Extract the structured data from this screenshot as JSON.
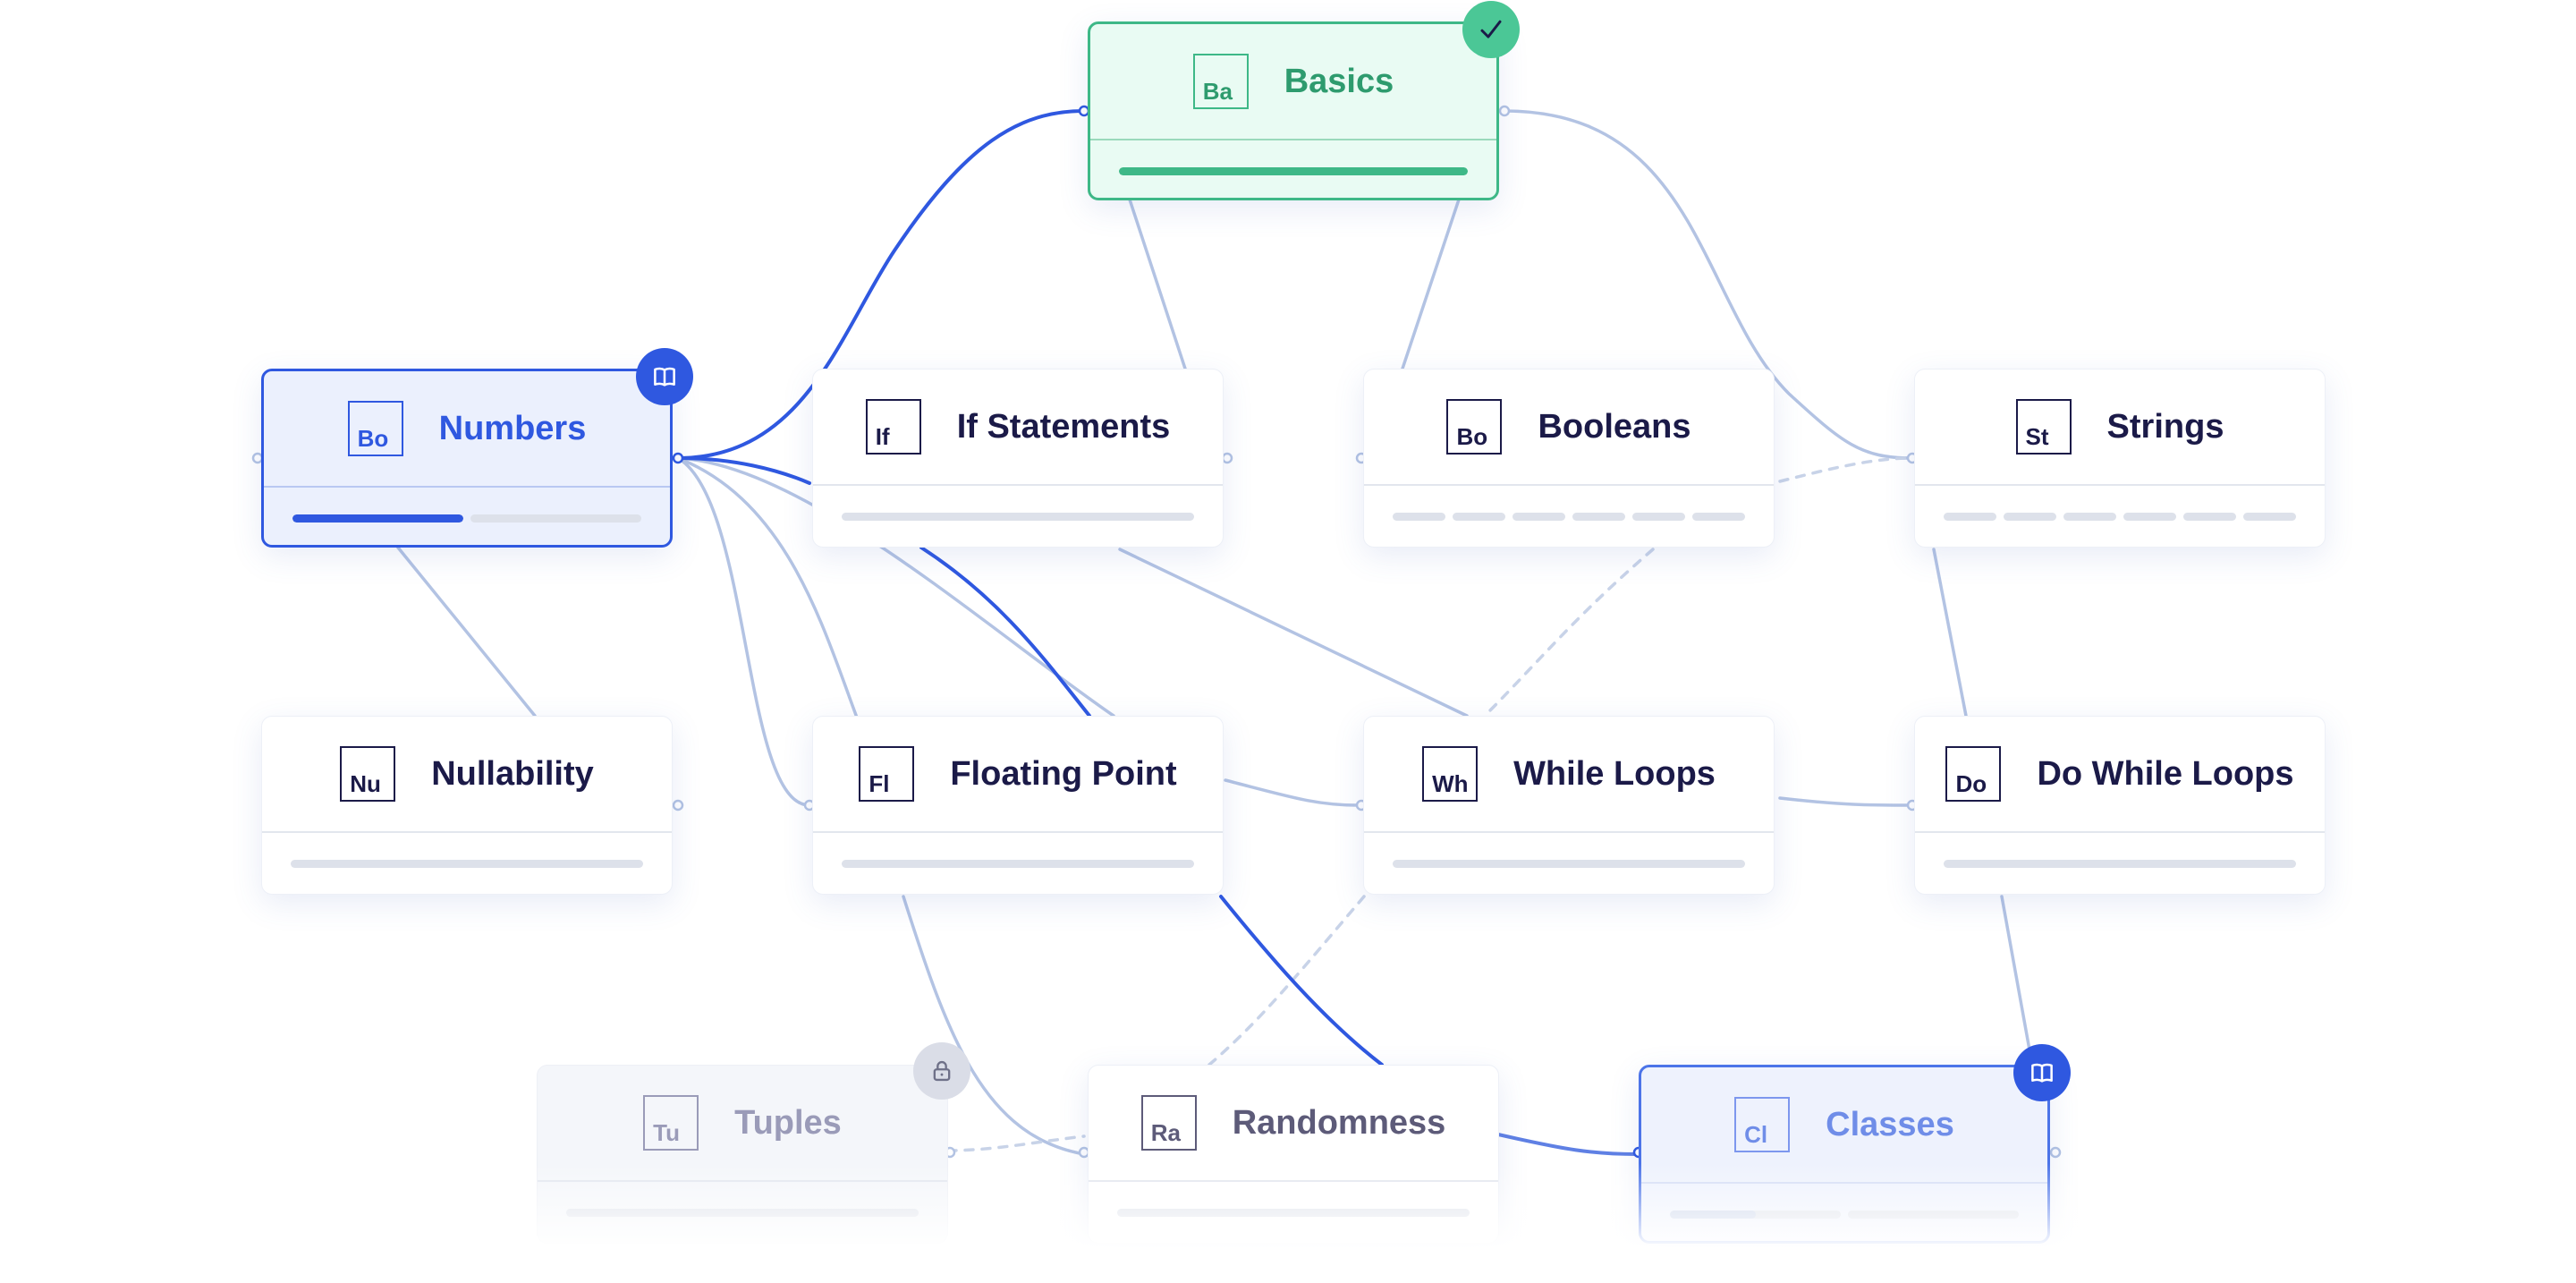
{
  "colors": {
    "active": "#2f58e0",
    "completed": "#3eb887",
    "completed_bg": "#e9fbf3",
    "active_bg": "#ebf0fd",
    "edge": "#b3c3e3",
    "text": "#1b1a48",
    "locked_badge": "#dadde7"
  },
  "nodes": {
    "basics": {
      "symbol": "Ba",
      "title": "Basics",
      "status": "completed",
      "status_icon": "check-icon",
      "progress": [
        1
      ]
    },
    "numbers": {
      "symbol": "Bo",
      "title": "Numbers",
      "status": "in-progress",
      "status_icon": "book-icon",
      "progress": [
        1,
        0
      ]
    },
    "if_statements": {
      "symbol": "If",
      "title": "If Statements",
      "status": "available",
      "progress": [
        0
      ]
    },
    "booleans": {
      "symbol": "Bo",
      "title": "Booleans",
      "status": "available",
      "progress": [
        0,
        0,
        0,
        0,
        0,
        0
      ]
    },
    "strings": {
      "symbol": "St",
      "title": "Strings",
      "status": "available",
      "progress": [
        0,
        0,
        0,
        0,
        0,
        0
      ]
    },
    "nullability": {
      "symbol": "Nu",
      "title": "Nullability",
      "status": "available",
      "progress": [
        0
      ]
    },
    "floating_point": {
      "symbol": "Fl",
      "title": "Floating Point",
      "status": "available",
      "progress": [
        0
      ]
    },
    "while_loops": {
      "symbol": "Wh",
      "title": "While Loops",
      "status": "available",
      "progress": [
        0
      ]
    },
    "do_while_loops": {
      "symbol": "Do",
      "title": "Do While Loops",
      "status": "available",
      "progress": [
        0
      ]
    },
    "tuples": {
      "symbol": "Tu",
      "title": "Tuples",
      "status": "locked",
      "status_icon": "lock-icon",
      "progress": [
        0
      ]
    },
    "randomness": {
      "symbol": "Ra",
      "title": "Randomness",
      "status": "available",
      "progress": [
        0
      ]
    },
    "classes": {
      "symbol": "Cl",
      "title": "Classes",
      "status": "in-progress",
      "status_icon": "book-icon",
      "progress": [
        0.5,
        0
      ]
    }
  }
}
